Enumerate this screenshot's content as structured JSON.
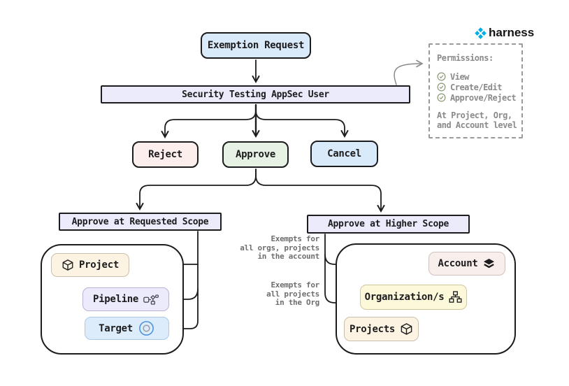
{
  "logo": {
    "text": "harness"
  },
  "nodes": {
    "exemption_request": "Exemption Request",
    "appsec_user": "Security Testing AppSec User",
    "reject": "Reject",
    "approve": "Approve",
    "cancel": "Cancel",
    "scope_requested": "Approve at Requested Scope",
    "scope_higher": "Approve at Higher Scope",
    "project": "Project",
    "pipeline": "Pipeline",
    "target": "Target",
    "account": "Account",
    "organization": "Organization/s",
    "projects": "Projects"
  },
  "permissions_panel": {
    "title": "Permissions:",
    "items": [
      "View",
      "Create/Edit",
      "Approve/Reject"
    ],
    "footer": [
      "At Project, Org,",
      "and Account level"
    ]
  },
  "annotations": {
    "account_note": [
      "Exempts for",
      "all orgs, projects",
      "in the account"
    ],
    "org_note": [
      "Exempts for",
      "all projects",
      "in the Org"
    ]
  },
  "colors": {
    "blue_fill": "#d9eafa",
    "lavender_fill": "#ecebfb",
    "pink_fill": "#fceeec",
    "green_fill": "#e6f2e3",
    "cream_fill": "#fdf3e3",
    "rose_fill": "#f8eeeb",
    "yellow_fill": "#fcf8da",
    "ink": "#1c1c1e",
    "gray_text": "#8a8a8a",
    "check_green": "#8a9a78",
    "brand_blue": "#00ade4",
    "target_ring_blue": "#4a90d9"
  }
}
